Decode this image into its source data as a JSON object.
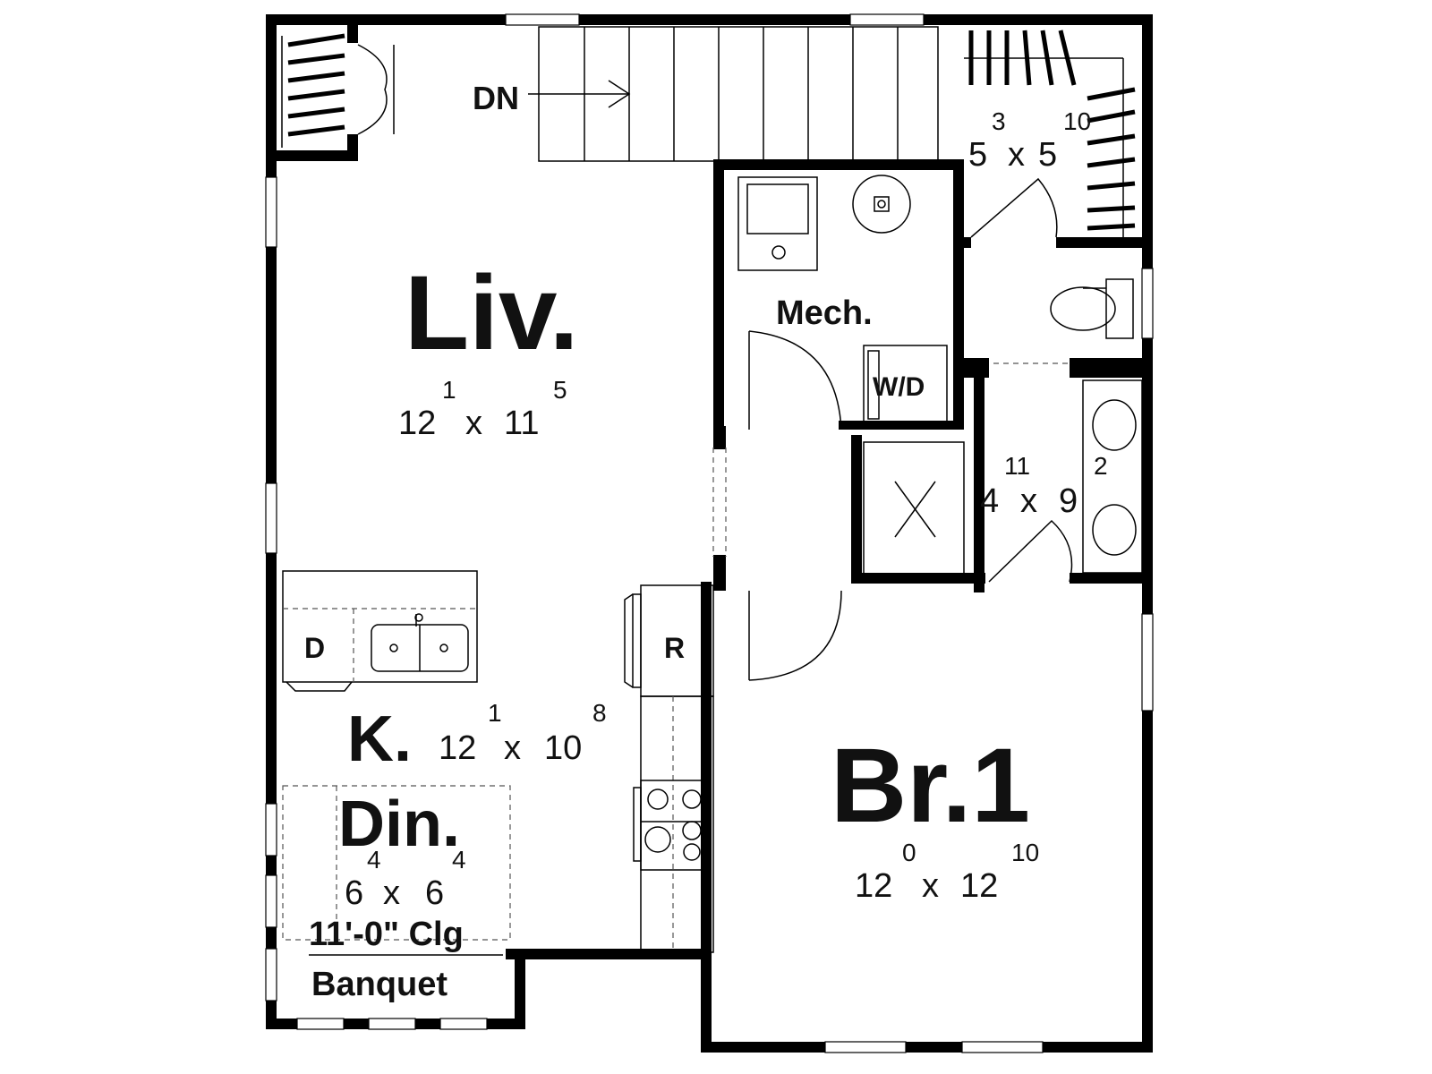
{
  "stair": {
    "label": "DN"
  },
  "rooms": {
    "liv": {
      "name": "Liv.",
      "w": "12",
      "w_in": "1",
      "x": "x",
      "l": "11",
      "l_in": "5"
    },
    "mech": {
      "name": "Mech.",
      "wd": "W/D"
    },
    "closet": {
      "w": "5",
      "w_in": "3",
      "x": "x",
      "l": "5",
      "l_in": "10"
    },
    "bath": {
      "w": "4",
      "w_in": "11",
      "x": "x",
      "l": "9",
      "l_in": "2"
    },
    "kitchen": {
      "name": "K.",
      "w": "12",
      "w_in": "1",
      "x": "x",
      "l": "10",
      "l_in": "8",
      "dw": "D",
      "fridge": "R"
    },
    "dining": {
      "name": "Din.",
      "w": "6",
      "w_in": "4",
      "x": "x",
      "l": "6",
      "l_in": "4",
      "ceiling": "11'-0\" Clg",
      "banquet": "Banquet"
    },
    "br1": {
      "name": "Br.1",
      "w": "12",
      "w_in": "0",
      "x": "x",
      "l": "12",
      "l_in": "10"
    }
  }
}
